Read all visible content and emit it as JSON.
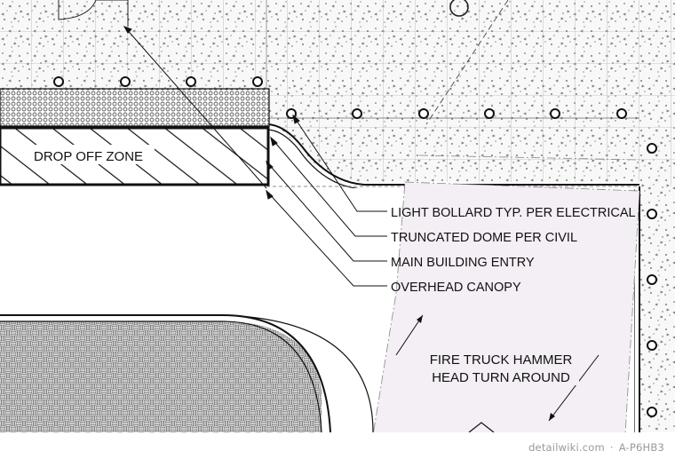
{
  "labels": {
    "drop_off_zone": "DROP OFF ZONE",
    "leader_1": "LIGHT BOLLARD TYP. PER ELECTRICAL",
    "leader_2": "TRUNCATED DOME PER CIVIL",
    "leader_3": "MAIN BUILDING ENTRY",
    "leader_4": "OVERHEAD CANOPY",
    "fire_truck_line1": "FIRE TRUCK HAMMER",
    "fire_truck_line2": "HEAD TURN AROUND"
  },
  "credit": {
    "site": "detailwiki.com",
    "code": "A-P6HB3"
  },
  "colors": {
    "linework": "#111111",
    "concrete_fill": "#f7f7f7",
    "stipple": "#555555",
    "turnaround_fill": "#f4eef5",
    "credit_text": "#9a9a9a"
  }
}
